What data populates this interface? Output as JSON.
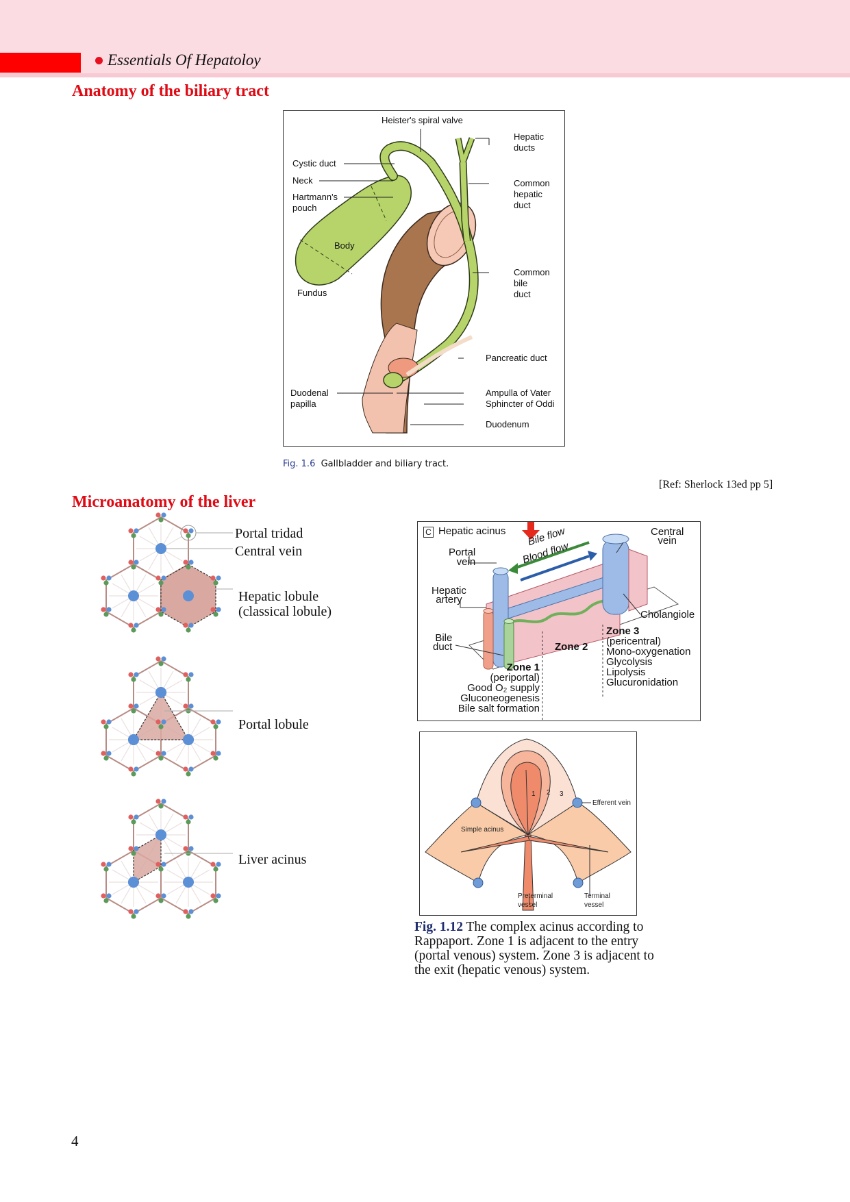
{
  "header": {
    "running_title": "Essentials Of Hepatoloy",
    "colors": {
      "band": "#fbdce3",
      "accent_block": "#ff0000",
      "bullet": "#e8101e"
    }
  },
  "section1": {
    "heading": "Anatomy of the biliary tract",
    "figure": {
      "labels": {
        "heister": "Heister's spiral valve",
        "hepatic_ducts": [
          "Hepatic",
          "ducts"
        ],
        "cystic_duct": "Cystic duct",
        "neck": "Neck",
        "hartmann": [
          "Hartmann's",
          "pouch"
        ],
        "common_hepatic_duct": [
          "Common",
          "hepatic",
          "duct"
        ],
        "body": "Body",
        "fundus": "Fundus",
        "common_bile_duct": [
          "Common",
          "bile",
          "duct"
        ],
        "pancreatic_duct": "Pancreatic duct",
        "duodenal_papilla": [
          "Duodenal",
          "papilla"
        ],
        "ampulla": "Ampulla of Vater",
        "sphincter": "Sphincter of Oddi",
        "duodenum": "Duodenum"
      },
      "caption_number": "Fig. 1.6",
      "caption_text": "Gallbladder and biliary tract."
    },
    "reference": "[Ref: Sherlock 13ed pp 5]"
  },
  "section2": {
    "heading": "Microanatomy of the liver",
    "lobule_labels": {
      "portal_triad": "Portal tridad",
      "central_vein": "Central vein",
      "hepatic_lobule": [
        "Hepatic lobule",
        "(classical lobule)"
      ],
      "portal_lobule": "Portal lobule",
      "liver_acinus": "Liver acinus"
    },
    "acinus_figure": {
      "panel_letter": "C",
      "title": "Hepatic acinus",
      "bile_flow": "Bile flow",
      "blood_flow": "Blood flow",
      "portal_vein": [
        "Portal",
        "vein"
      ],
      "central_vein": [
        "Central",
        "vein"
      ],
      "hepatic_artery": [
        "Hepatic",
        "artery"
      ],
      "bile_duct": [
        "Bile",
        "duct"
      ],
      "cholangiole": "Cholangiole",
      "zone1": {
        "title": "Zone 1",
        "subtitle": "(periportal)",
        "functions": [
          "Good O₂ supply",
          "Gluconeogenesis",
          "Bile salt formation"
        ]
      },
      "zone2": {
        "title": "Zone 2"
      },
      "zone3": {
        "title": "Zone 3",
        "subtitle": "(pericentral)",
        "functions": [
          "Mono-oxygenation",
          "Glycolysis",
          "Lipolysis",
          "Glucuronidation"
        ]
      }
    },
    "rappaport_figure": {
      "zone_numbers": [
        "1",
        "2",
        "3"
      ],
      "efferent_vein": "Efferent vein",
      "simple_acinus": "Simple acinus",
      "preterminal_vessel": [
        "Preterminal",
        "vessel"
      ],
      "terminal_vessel": [
        "Terminal",
        "vessel"
      ],
      "caption_number": "Fig. 1.12",
      "caption_text": "The complex acinus according to Rappaport. Zone 1 is adjacent to the entry (portal venous) system. Zone 3 is adjacent to the exit (hepatic venous) system."
    }
  },
  "footer": {
    "page_number": "4"
  }
}
